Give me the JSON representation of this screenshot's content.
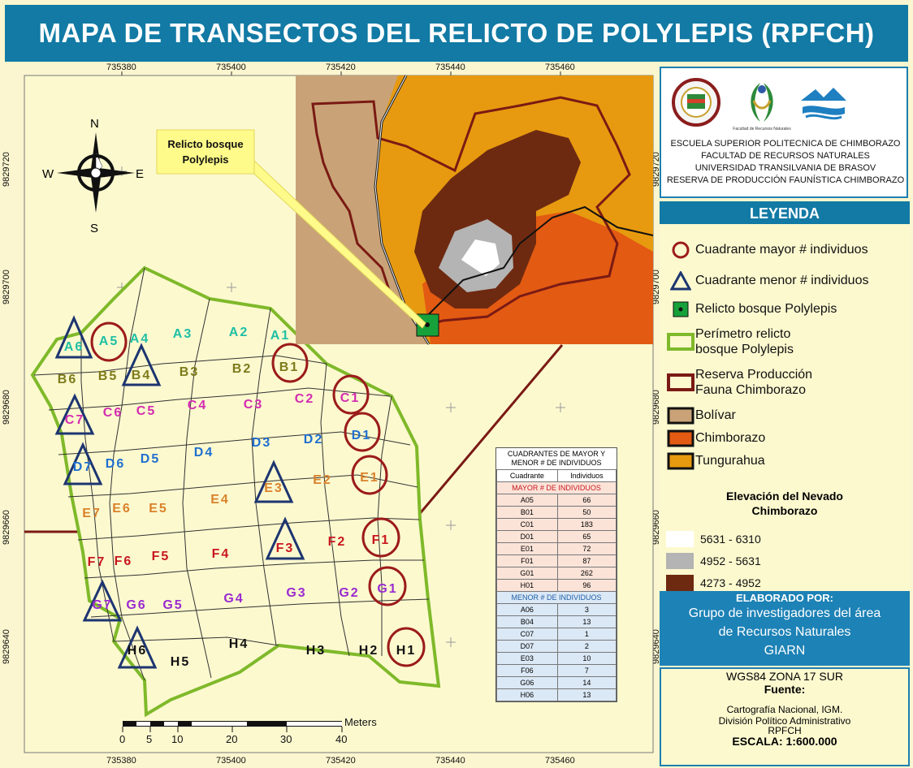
{
  "title": "MAPA DE TRANSECTOS DEL RELICTO DE POLYLEPIS (RPFCH)",
  "coords": {
    "top": [
      "735380",
      "735400",
      "735420",
      "735440",
      "735460"
    ],
    "bottom": [
      "735380",
      "735400",
      "735420",
      "735440",
      "735460"
    ],
    "left": [
      "9829720",
      "9829700",
      "9829680",
      "9829660",
      "9829640"
    ],
    "right": [
      "9829720",
      "9829700",
      "9829680",
      "9829660",
      "9829640"
    ]
  },
  "compass": {
    "n": "N",
    "s": "S",
    "e": "E",
    "w": "W"
  },
  "callout": {
    "line1": "Relicto bosque",
    "line2": "Polylepis"
  },
  "quadrants": [
    {
      "label": "A1",
      "color": "#1fbfa4"
    },
    {
      "label": "A2",
      "color": "#1fbfa4"
    },
    {
      "label": "A3",
      "color": "#1fbfa4"
    },
    {
      "label": "A4",
      "color": "#1fbfa4"
    },
    {
      "label": "A5",
      "color": "#1fbfa4"
    },
    {
      "label": "A6",
      "color": "#1fbfa4"
    },
    {
      "label": "B1",
      "color": "#7d7a1a"
    },
    {
      "label": "B2",
      "color": "#7d7a1a"
    },
    {
      "label": "B3",
      "color": "#7d7a1a"
    },
    {
      "label": "B4",
      "color": "#7d7a1a"
    },
    {
      "label": "B5",
      "color": "#7d7a1a"
    },
    {
      "label": "B6",
      "color": "#7d7a1a"
    },
    {
      "label": "C1",
      "color": "#d32bb0"
    },
    {
      "label": "C2",
      "color": "#d32bb0"
    },
    {
      "label": "C3",
      "color": "#d32bb0"
    },
    {
      "label": "C4",
      "color": "#d32bb0"
    },
    {
      "label": "C5",
      "color": "#d32bb0"
    },
    {
      "label": "C6",
      "color": "#d32bb0"
    },
    {
      "label": "C7",
      "color": "#d32bb0"
    },
    {
      "label": "D1",
      "color": "#1f6fcf"
    },
    {
      "label": "D2",
      "color": "#1f6fcf"
    },
    {
      "label": "D3",
      "color": "#1f6fcf"
    },
    {
      "label": "D4",
      "color": "#1f6fcf"
    },
    {
      "label": "D5",
      "color": "#1f6fcf"
    },
    {
      "label": "D6",
      "color": "#1f6fcf"
    },
    {
      "label": "D7",
      "color": "#1f6fcf"
    },
    {
      "label": "E1",
      "color": "#d9822b"
    },
    {
      "label": "E2",
      "color": "#d9822b"
    },
    {
      "label": "E3",
      "color": "#d9822b"
    },
    {
      "label": "E4",
      "color": "#d9822b"
    },
    {
      "label": "E5",
      "color": "#d9822b"
    },
    {
      "label": "E6",
      "color": "#d9822b"
    },
    {
      "label": "E7",
      "color": "#d9822b"
    },
    {
      "label": "F1",
      "color": "#c8171f"
    },
    {
      "label": "F2",
      "color": "#c8171f"
    },
    {
      "label": "F3",
      "color": "#c8171f"
    },
    {
      "label": "F4",
      "color": "#c8171f"
    },
    {
      "label": "F5",
      "color": "#c8171f"
    },
    {
      "label": "F6",
      "color": "#c8171f"
    },
    {
      "label": "F7",
      "color": "#c8171f"
    },
    {
      "label": "G1",
      "color": "#9a2bd0"
    },
    {
      "label": "G2",
      "color": "#9a2bd0"
    },
    {
      "label": "G3",
      "color": "#9a2bd0"
    },
    {
      "label": "G4",
      "color": "#9a2bd0"
    },
    {
      "label": "G5",
      "color": "#9a2bd0"
    },
    {
      "label": "G6",
      "color": "#9a2bd0"
    },
    {
      "label": "G7",
      "color": "#9a2bd0"
    },
    {
      "label": "H1",
      "color": "#111111"
    },
    {
      "label": "H2",
      "color": "#111111"
    },
    {
      "label": "H3",
      "color": "#111111"
    },
    {
      "label": "H4",
      "color": "#111111"
    },
    {
      "label": "H5",
      "color": "#111111"
    },
    {
      "label": "H6",
      "color": "#111111"
    }
  ],
  "table": {
    "title_line1": "CUADRANTES DE MAYOR Y",
    "title_line2": "MENOR # DE INDIVIDUOS",
    "col1": "Cuadrante",
    "col2": "Individuos",
    "mayor_header": "MAYOR # DE INDIVIDUOS",
    "mayor_rows": [
      [
        "A05",
        "66"
      ],
      [
        "B01",
        "50"
      ],
      [
        "C01",
        "183"
      ],
      [
        "D01",
        "65"
      ],
      [
        "E01",
        "72"
      ],
      [
        "F01",
        "87"
      ],
      [
        "G01",
        "262"
      ],
      [
        "H01",
        "96"
      ]
    ],
    "menor_header": "MENOR # DE INDIVIDUOS",
    "menor_rows": [
      [
        "A06",
        "3"
      ],
      [
        "B04",
        "13"
      ],
      [
        "C07",
        "1"
      ],
      [
        "D07",
        "2"
      ],
      [
        "E03",
        "10"
      ],
      [
        "F06",
        "7"
      ],
      [
        "G06",
        "14"
      ],
      [
        "H06",
        "13"
      ]
    ]
  },
  "scalebar": {
    "unit": "Meters",
    "ticks": [
      "0",
      "5",
      "10",
      "20",
      "30",
      "40"
    ]
  },
  "institutions": [
    "ESCUELA SUPERIOR POLITECNICA DE CHIMBORAZO",
    "FACULTAD DE RECURSOS NATURALES",
    "UNIVERSIDAD TRANSILVANIA DE BRASOV",
    "RESERVA DE PRODUCCIÓN FAUNÍSTICA CHIMBORAZO"
  ],
  "logo2_text": "Facultad de Recursos Naturales",
  "legend_title": "LEYENDA",
  "legend": {
    "mayor": "Cuadrante mayor # individuos",
    "menor": "Cuadrante menor #  individuos",
    "relicto": "Relicto bosque Polylepis",
    "perimetro_1": "Perímetro relicto",
    "perimetro_2": "bosque Polylepis",
    "reserva_1": "Reserva Producción",
    "reserva_2": "Fauna Chimborazo",
    "bolivar": "Bolívar",
    "chimborazo": "Chimborazo",
    "tungurahua": "Tungurahua"
  },
  "elev_title_1": "Elevación del Nevado",
  "elev_title_2": "Chimborazo",
  "elevation": [
    {
      "range": "5631 - 6310",
      "color": "#ffffff"
    },
    {
      "range": "4952 - 5631",
      "color": "#b4b4b4"
    },
    {
      "range": "4273 - 4952",
      "color": "#6e2a10"
    }
  ],
  "colors": {
    "header": "#127aa4",
    "perimeter": "#7fb92a",
    "reserve": "#7a1a14",
    "bolivar": "#c9a377",
    "chimborazo": "#e35a12",
    "tungurahua": "#e79a0f",
    "circle": "#9b1b1b",
    "triangle": "#1d3570"
  },
  "elaborado_title": "ELABORADO POR:",
  "elaborado_1": "Grupo de investigadores del área",
  "elaborado_2": "de Recursos Naturales",
  "elaborado_3": "GIARN",
  "datum": "WGS84 ZONA 17 SUR",
  "fuente_title": "Fuente:",
  "fuente_1": "Cartografía Nacional, IGM.",
  "fuente_2": "División Político Administrativo",
  "fuente_3": "RPFCH",
  "escala": "ESCALA: 1:600.000"
}
